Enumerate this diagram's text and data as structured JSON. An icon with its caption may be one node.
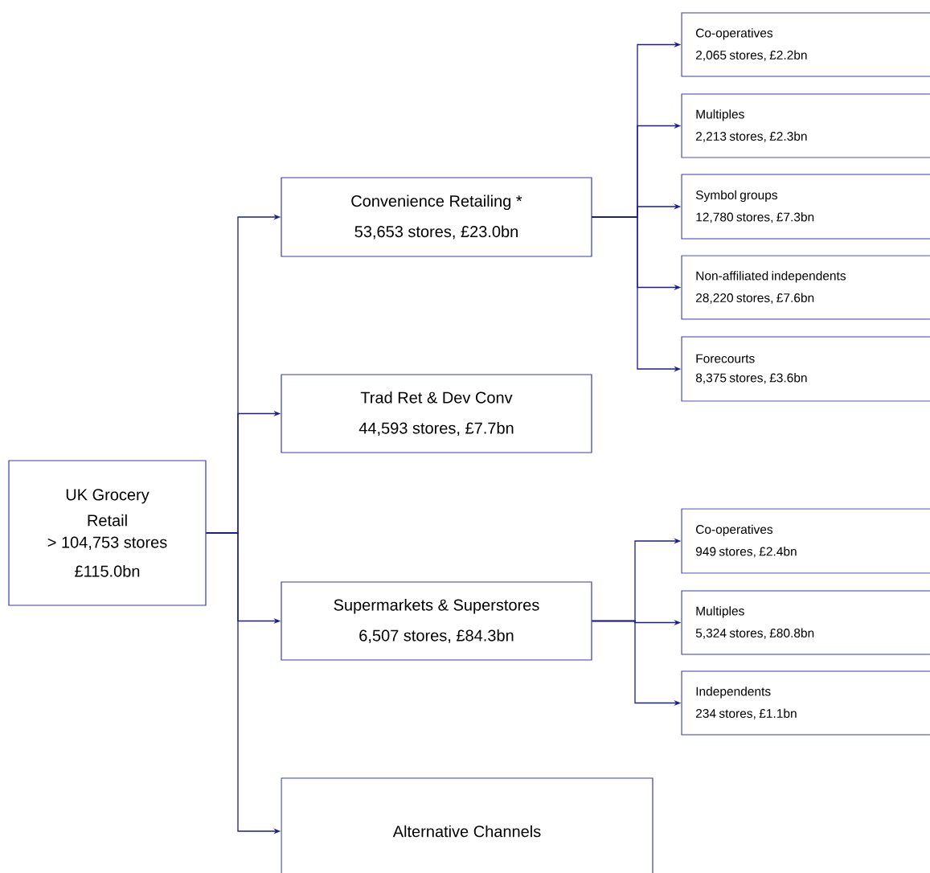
{
  "diagram": {
    "nodes": [
      {
        "text": [
          "UK Grocery Retail",
          "> 104,753 stores",
          "£115.0bn"
        ]
      },
      {
        "text": [
          "Convenience Retailing *",
          "53,653 stores, £23.0bn"
        ]
      },
      {
        "text": [
          "Trad Ret & Dev Conv",
          "44,593 stores, £7.7bn"
        ]
      },
      {
        "text": [
          "Supermarkets & Superstores",
          "6,507 stores, £84.3bn"
        ]
      },
      {
        "text": [
          "Alternative Channels"
        ]
      },
      {
        "text": [
          "Co-operatives",
          "2,065 stores, £2.2bn"
        ]
      },
      {
        "text": [
          "Multiples",
          "2,213 stores, £2.3bn"
        ]
      },
      {
        "text": [
          "Symbol groups",
          "12,780 stores, £7.3bn"
        ]
      },
      {
        "text": [
          "Non-affiliated independents",
          "28,220 stores, £7.6bn"
        ]
      },
      {
        "text": [
          "Forecourts",
          "8,375 stores, £3.6bn"
        ]
      },
      {
        "text": [
          "Co-operatives",
          "949 stores, £2.4bn"
        ]
      },
      {
        "text": [
          "Multiples",
          "5,324 stores, £80.8bn"
        ]
      },
      {
        "text": [
          "Independents",
          "234 stores, £1.1bn"
        ]
      }
    ],
    "edges": [
      {
        "from": 0,
        "to": 1,
        "arrow": "to"
      },
      {
        "from": 0,
        "to": 2,
        "arrow": "to"
      },
      {
        "from": 0,
        "to": 3,
        "arrow": "to"
      },
      {
        "from": 0,
        "to": 4,
        "arrow": "to"
      },
      {
        "from": 1,
        "to": 5,
        "arrow": "to"
      },
      {
        "from": 1,
        "to": 6,
        "arrow": "to"
      },
      {
        "from": 1,
        "to": 7,
        "arrow": "to"
      },
      {
        "from": 1,
        "to": 8,
        "arrow": "to"
      },
      {
        "from": 1,
        "to": 9,
        "arrow": "to"
      },
      {
        "from": 3,
        "to": 10,
        "arrow": "to"
      },
      {
        "from": 3,
        "to": 11,
        "arrow": "to"
      },
      {
        "from": 3,
        "to": 12,
        "arrow": "to"
      }
    ]
  }
}
